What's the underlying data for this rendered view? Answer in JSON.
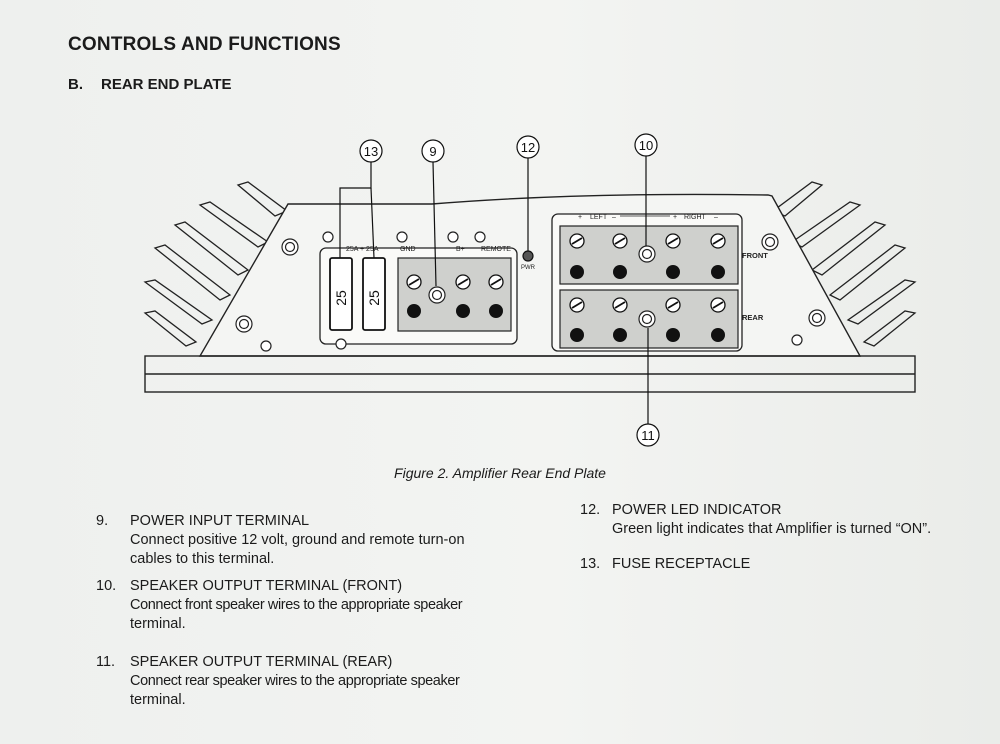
{
  "header": {
    "title": "CONTROLS AND FUNCTIONS",
    "section_letter": "B.",
    "section_title": "REAR END PLATE"
  },
  "figure": {
    "caption": "Figure 2. Amplifier Rear End Plate",
    "callouts": [
      "13",
      "9",
      "12",
      "10",
      "11"
    ],
    "labels": {
      "fuse_rating": "25A + 25A",
      "gnd": "GND",
      "bplus": "B+",
      "remote": "REMOTE",
      "pwr": "PWR",
      "left": "LEFT",
      "right": "RIGHT",
      "plus": "+",
      "minus": "–",
      "front": "FRONT",
      "rear": "REAR",
      "fuse_value": "25"
    }
  },
  "items": [
    {
      "num": "9.",
      "title": "POWER INPUT TERMINAL",
      "desc": [
        "Connect positive 12 volt, ground and remote turn-on",
        "cables to this terminal."
      ]
    },
    {
      "num": "10.",
      "title": "SPEAKER OUTPUT TERMINAL (FRONT)",
      "desc": [
        "Connect front speaker wires to the appropriate speaker",
        "terminal."
      ]
    },
    {
      "num": "11.",
      "title": "SPEAKER OUTPUT TERMINAL (REAR)",
      "desc": [
        "Connect rear speaker wires to the appropriate speaker",
        "terminal."
      ]
    },
    {
      "num": "12.",
      "title": "POWER LED INDICATOR",
      "desc": [
        "Green light indicates that Amplifier is turned “ON”."
      ]
    },
    {
      "num": "13.",
      "title": "FUSE RECEPTACLE",
      "desc": []
    }
  ]
}
